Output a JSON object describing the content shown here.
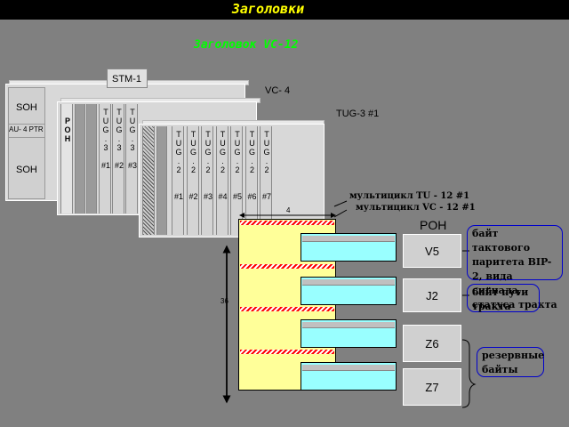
{
  "title": "Заголовки",
  "subtitle": "Заголовок VC-12",
  "stm": {
    "label": "STM-1",
    "soh_top": "SOH",
    "au_ptr": "AU- 4 PTR",
    "soh_bottom": "SOH"
  },
  "vc4": {
    "label": "VC- 4",
    "poh_letters": [
      "P",
      "O",
      "H"
    ],
    "tug3_columns": [
      {
        "letters": [
          "T",
          "U",
          "G",
          ".",
          "3"
        ],
        "num": "#1"
      },
      {
        "letters": [
          "T",
          "U",
          "G",
          ".",
          "3"
        ],
        "num": "#2"
      },
      {
        "letters": [
          "T",
          "U",
          "G",
          ".",
          "3"
        ],
        "num": "#3"
      }
    ]
  },
  "tug3": {
    "label": "TUG-3 #1",
    "tug2_columns": [
      {
        "letters": [
          "T",
          "U",
          "G",
          ".",
          "2"
        ],
        "num": "#1"
      },
      {
        "letters": [
          "T",
          "U",
          "G",
          ".",
          "2"
        ],
        "num": "#2"
      },
      {
        "letters": [
          "T",
          "U",
          "G",
          ".",
          "2"
        ],
        "num": "#3"
      },
      {
        "letters": [
          "T",
          "U",
          "G",
          ".",
          "2"
        ],
        "num": "#4"
      },
      {
        "letters": [
          "T",
          "U",
          "G",
          ".",
          "2"
        ],
        "num": "#5"
      },
      {
        "letters": [
          "T",
          "U",
          "G",
          ".",
          "2"
        ],
        "num": "#6"
      },
      {
        "letters": [
          "T",
          "U",
          "G",
          ".",
          "2"
        ],
        "num": "#7"
      }
    ]
  },
  "multiframe": {
    "label_tu": "мультицикл TU - 12 #1",
    "label_vc": "мультицикл VC - 12 #1",
    "width_label": "4",
    "height_label": "36"
  },
  "poh": {
    "header": "POH",
    "bytes": [
      "V5",
      "J2",
      "Z6",
      "Z7"
    ]
  },
  "notes": {
    "v5": "байт тактового паритета BIP-2, вида сигнала, статуса тракта",
    "j2": "байт пути тракта",
    "z67": "резервные байты"
  },
  "colors": {
    "background": "#808080",
    "title_text": "#ffff00",
    "subtitle_text": "#00ff00",
    "multiframe_fill": "#ffff99",
    "container_fill": "#99ffff",
    "note_border": "#0000cc"
  }
}
